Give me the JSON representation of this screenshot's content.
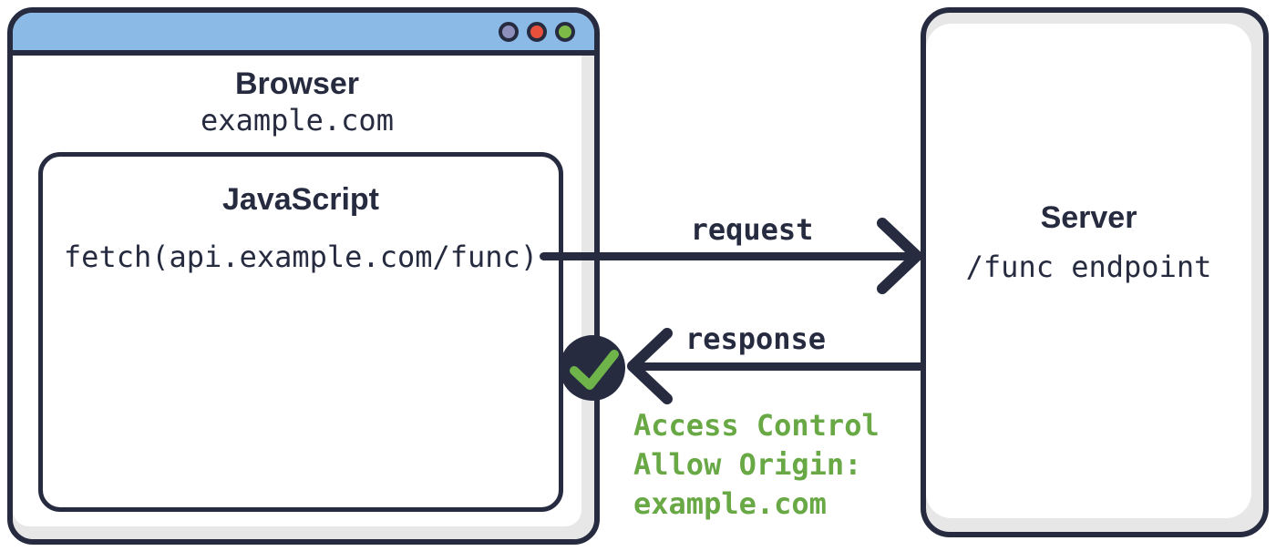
{
  "browser": {
    "title": "Browser",
    "domain": "example.com",
    "window_controls": [
      "purple",
      "red",
      "green"
    ],
    "js_box": {
      "title": "JavaScript",
      "code": "fetch(api.example.com/func)"
    }
  },
  "server": {
    "title": "Server",
    "subtitle": "/func endpoint"
  },
  "request": {
    "label": "request"
  },
  "response": {
    "label": "response",
    "annotation_lines": [
      "Access Control",
      "Allow Origin:",
      "example.com"
    ],
    "status_icon": "check-icon"
  },
  "icons": {
    "request_arrow": "arrow-right-icon",
    "response_arrow": "arrow-left-icon",
    "status_check": "check-icon"
  },
  "colors": {
    "navy": "#262b40",
    "titlebar_blue": "#8cbae6",
    "shadow_gray": "#e7e7e7",
    "green_text": "#68a845",
    "green_check": "#6fb44a",
    "tl_purple": "#8e90bb",
    "tl_red": "#e8503c",
    "tl_green": "#7cb946"
  }
}
